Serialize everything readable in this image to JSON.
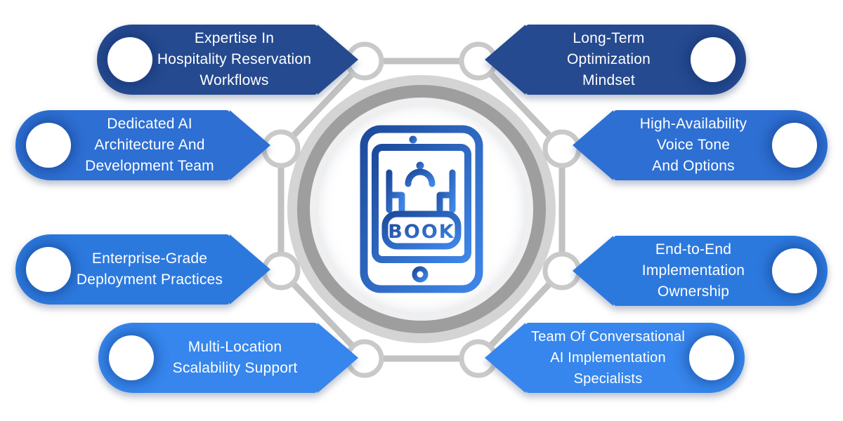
{
  "diagram": {
    "center": {
      "icon": "booking-tablet-icon",
      "icon_button_text": "BOOK"
    },
    "items": [
      {
        "id": "expertise-hospitality",
        "side": "left",
        "row": 1,
        "color": "#254a90",
        "label": "Expertise In\nHospitality Reservation\nWorkflows"
      },
      {
        "id": "long-term-optimization",
        "side": "right",
        "row": 1,
        "color": "#254a90",
        "label": "Long-Term\nOptimization\nMindset"
      },
      {
        "id": "dedicated-ai-architecture",
        "side": "left",
        "row": 2,
        "color": "#2d6fd3",
        "label": "Dedicated AI\nArchitecture And\nDevelopment Team"
      },
      {
        "id": "high-availability-voice",
        "side": "right",
        "row": 2,
        "color": "#2d6fd3",
        "label": "High-Availability\nVoice Tone\nAnd Options"
      },
      {
        "id": "enterprise-grade-deployment",
        "side": "left",
        "row": 3,
        "color": "#2c79de",
        "label": "Enterprise-Grade\nDeployment Practices"
      },
      {
        "id": "end-to-end-implementation",
        "side": "right",
        "row": 3,
        "color": "#2c79de",
        "label": "End-to-End\nImplementation\nOwnership"
      },
      {
        "id": "multi-location-scalability",
        "side": "left",
        "row": 4,
        "color": "#3686ed",
        "label": "Multi-Location\nScalability Support"
      },
      {
        "id": "team-of-specialists",
        "side": "right",
        "row": 4,
        "color": "#3686ed",
        "label": "Team Of Conversational\nAI Implementation\nSpecialists"
      }
    ],
    "colors": {
      "row1_blue": "#254a90",
      "row2_blue": "#2d6fd3",
      "row3_blue": "#2c79de",
      "row4_blue": "#3686ed",
      "ring_dark_gray": "#9e9e9e",
      "ring_light_gray": "#d4d4d4",
      "frame_gray": "#c2c2c2",
      "node_ring_gray": "#c9c9c9",
      "icon_gradient_start": "#1d4a9b",
      "icon_gradient_end": "#3f86e8",
      "text_white": "#ffffff"
    }
  }
}
